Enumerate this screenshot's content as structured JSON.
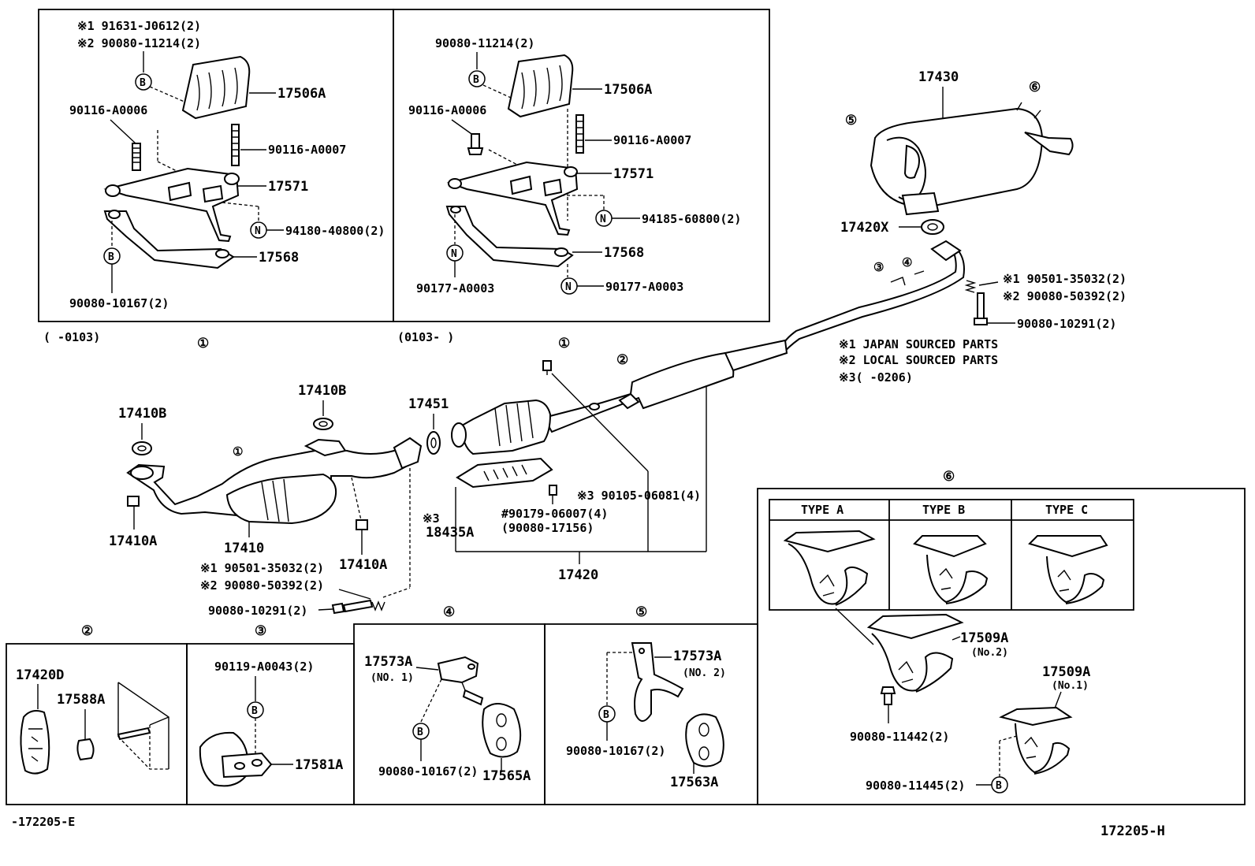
{
  "labels": {
    "tl_note1": "※1 91631-J0612(2)",
    "tl_note2": "※2 90080-11214(2)",
    "tl_17506A": "17506A",
    "tl_90116_A0006": "90116-A0006",
    "tl_90116_A0007": "90116-A0007",
    "tl_17571": "17571",
    "tl_94180": "94180-40800(2)",
    "tl_17568": "17568",
    "tl_90080_10167": "90080-10167(2)",
    "tl_range": "(     -0103)",
    "tr_90080_11214": "90080-11214(2)",
    "tr_17506A": "17506A",
    "tr_90116_A0006": "90116-A0006",
    "tr_90116_A0007": "90116-A0007",
    "tr_17571": "17571",
    "tr_94185": "94185-60800(2)",
    "tr_17568": "17568",
    "tr_90177_a": "90177-A0003",
    "tr_90177_b": "90177-A0003",
    "tr_range": "(0103-      )",
    "p17430": "17430",
    "p17420X": "17420X",
    "r_note1": "※1 90501-35032(2)",
    "r_note2": "※2 90080-50392(2)",
    "r_90080_10291": "90080-10291(2)",
    "legend1": "※1 JAPAN SOURCED PARTS",
    "legend2": "※2 LOCAL SOURCED PARTS",
    "legend3": "※3(     -0206)",
    "p17410B_a": "17410B",
    "p17410B_b": "17410B",
    "p17451": "17451",
    "p17410A_a": "17410A",
    "p17410": "17410",
    "p17410A_b": "17410A",
    "m_note1": "※1 90501-35032(2)",
    "m_note2": "※2 90080-50392(2)",
    "m_90080_10291": "90080-10291(2)",
    "p90105": "※3 90105-06081(4)",
    "p18435A_note": "※3",
    "p18435A": "18435A",
    "p90179": "#90179-06007(4)",
    "p90080_17156": "(90080-17156)",
    "p17420": "17420",
    "b2_17420D": "17420D",
    "b2_17588A": "17588A",
    "b3_90119": "90119-A0043(2)",
    "b3_17581A": "17581A",
    "b4_17573A": "17573A",
    "b4_no1": "(NO. 1)",
    "b4_90080": "90080-10167(2)",
    "b4_17565A": "17565A",
    "b5_17573A": "17573A",
    "b5_no2": "(NO. 2)",
    "b5_90080": "90080-10167(2)",
    "b5_17563A": "17563A",
    "type_a": "TYPE A",
    "type_b": "TYPE B",
    "type_c": "TYPE C",
    "b6_17509A_no2": "17509A",
    "b6_no2": "(No.2)",
    "b6_17509A_no1": "17509A",
    "b6_no1": "(No.1)",
    "b6_90080_11442": "90080-11442(2)",
    "b6_90080_11445": "90080-11445(2)",
    "code_left": "-172205-E",
    "code_right": "172205-H"
  },
  "markers": {
    "circled_1": "①",
    "circled_2": "②",
    "circled_3": "③",
    "circled_4": "④",
    "circled_5": "⑤",
    "circled_6": "⑥",
    "B": "B",
    "N": "N"
  }
}
